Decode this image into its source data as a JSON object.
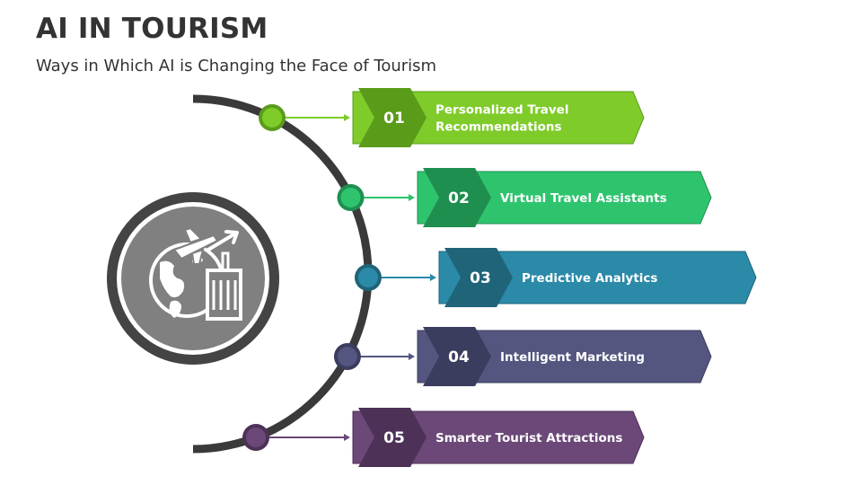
{
  "title": "AI IN TOURISM",
  "subtitle": "Ways in Which AI is Changing the Face of Tourism",
  "center_icon": "globe-plane-luggage-icon",
  "arc_color": "#3a3a3a",
  "center_colors": {
    "ring": "#444444",
    "inner": "#808080"
  },
  "steps": [
    {
      "number": "01",
      "lines": [
        "Personalized Travel",
        "Recommendations"
      ],
      "color": "#7ecb2a",
      "dark": "#5a9c1a"
    },
    {
      "number": "02",
      "lines": [
        "Virtual Travel Assistants"
      ],
      "color": "#2ec46e",
      "dark": "#1f8f50"
    },
    {
      "number": "03",
      "lines": [
        "Predictive Analytics"
      ],
      "color": "#2b8aa8",
      "dark": "#1f6479"
    },
    {
      "number": "04",
      "lines": [
        "Intelligent Marketing"
      ],
      "color": "#545680",
      "dark": "#3b3d5e"
    },
    {
      "number": "05",
      "lines": [
        "Smarter Tourist Attractions"
      ],
      "color": "#6b4878",
      "dark": "#4d3157"
    }
  ]
}
